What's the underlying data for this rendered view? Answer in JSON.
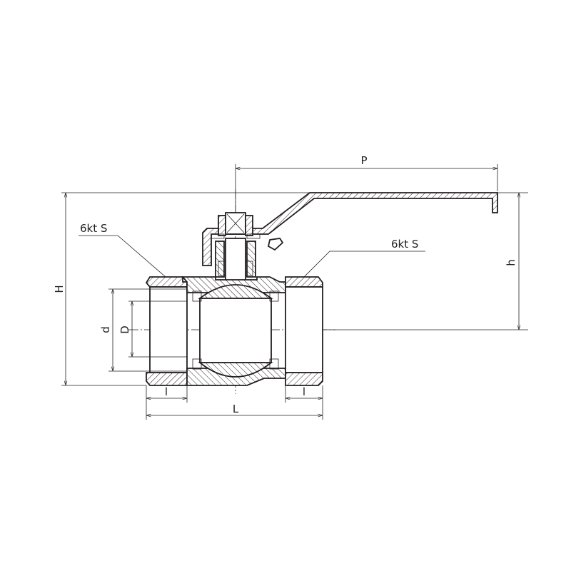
{
  "drawing": {
    "title": "Ball valve sectional drawing",
    "labels": {
      "P": "P",
      "h": "h",
      "H": "H",
      "hex_left": "6kt S",
      "hex_right": "6kt S",
      "d": "d",
      "D": "D",
      "l_left": "l",
      "l_right": "l",
      "L": "L"
    },
    "colors": {
      "line": "#231f20",
      "background": "#ffffff"
    }
  }
}
